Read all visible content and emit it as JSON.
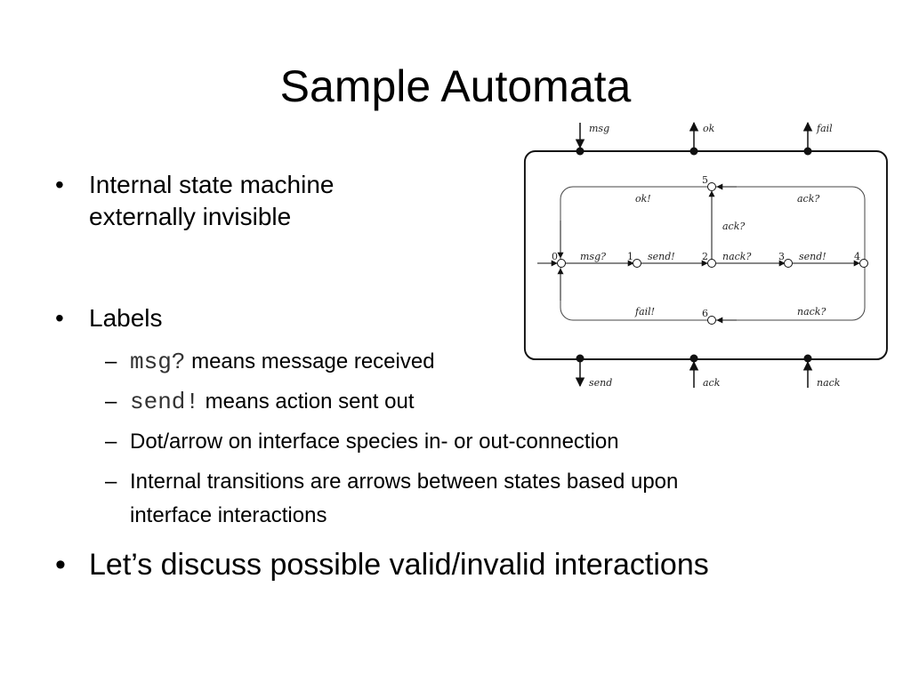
{
  "slide": {
    "title": "Sample Automata",
    "bullet_glyph": "•",
    "dash_glyph": "–",
    "bullets": [
      {
        "line1": "Internal state machine",
        "line2": "externally invisible"
      },
      {
        "text": "Labels"
      },
      {
        "text": "Let’s discuss possible valid/invalid interactions"
      }
    ],
    "subbullets": [
      {
        "code": "msg?",
        "text": " means message received"
      },
      {
        "code": "send!",
        "text": " means action sent out"
      },
      {
        "text": "Dot/arrow on interface species in- or out-connection"
      },
      {
        "line1": "Internal transitions are arrows between states based upon",
        "line2": "interface interactions"
      }
    ]
  },
  "diagram": {
    "top_ports": [
      "msg",
      "ok",
      "fail"
    ],
    "bottom_ports": [
      "send",
      "ack",
      "nack"
    ],
    "states": [
      "0",
      "1",
      "2",
      "3",
      "4",
      "5",
      "6"
    ],
    "transitions": {
      "t01": "msg?",
      "t12": "send!",
      "t23": "nack?",
      "t34": "send!",
      "t25": "ack?",
      "top_left": "ok!",
      "top_right": "ack?",
      "bottom_left": "fail!",
      "bottom_right": "nack?"
    }
  }
}
